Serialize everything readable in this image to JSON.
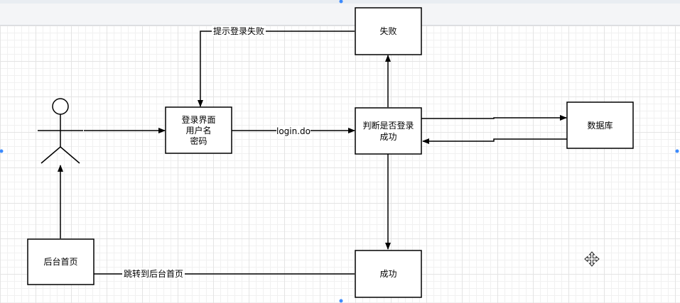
{
  "diagram": {
    "nodes": {
      "login_form": {
        "lines": [
          "登录界面",
          "用户名",
          "密码"
        ]
      },
      "check_login": {
        "lines": [
          "判断是否登录",
          "成功"
        ]
      },
      "failure": {
        "label": "失败"
      },
      "database": {
        "label": "数据库"
      },
      "success": {
        "label": "成功"
      },
      "admin_home": {
        "label": "后台首页"
      }
    },
    "edges": {
      "login_do": "login.do",
      "prompt_failure": "提示登录失败",
      "redirect_home": "跳转到后台首页"
    }
  }
}
